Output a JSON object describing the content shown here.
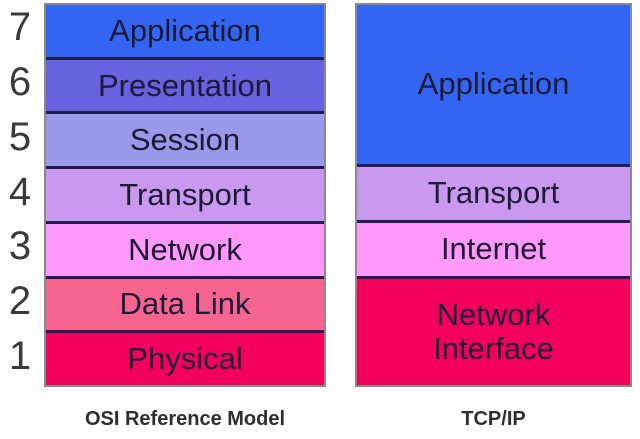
{
  "page": {
    "background": "#ffffff"
  },
  "colors": {
    "frame_border": "#8a8a8a",
    "divider": "#1e1e4f",
    "box_text": "#1d1b33",
    "number_text": "#3a3a3a",
    "caption_text": "#2e2e2e"
  },
  "osi": {
    "caption": "OSI Reference Model",
    "layers": [
      {
        "number": "7",
        "label": "Application",
        "color": "#3365f2"
      },
      {
        "number": "6",
        "label": "Presentation",
        "color": "#6662e0"
      },
      {
        "number": "5",
        "label": "Session",
        "color": "#9899e9"
      },
      {
        "number": "4",
        "label": "Transport",
        "color": "#c999ef"
      },
      {
        "number": "3",
        "label": "Network",
        "color": "#fd99f8"
      },
      {
        "number": "2",
        "label": "Data Link",
        "color": "#f56590"
      },
      {
        "number": "1",
        "label": "Physical",
        "color": "#f3005e"
      }
    ]
  },
  "tcpip": {
    "caption": "TCP/IP",
    "layers": [
      {
        "label": "Application",
        "color": "#3365f2",
        "span": 3
      },
      {
        "label": "Transport",
        "color": "#c999ef",
        "span": 1
      },
      {
        "label": "Internet",
        "color": "#fd99f8",
        "span": 1
      },
      {
        "label": "Network Interface",
        "color": "#f3005e",
        "span": 2
      }
    ]
  }
}
